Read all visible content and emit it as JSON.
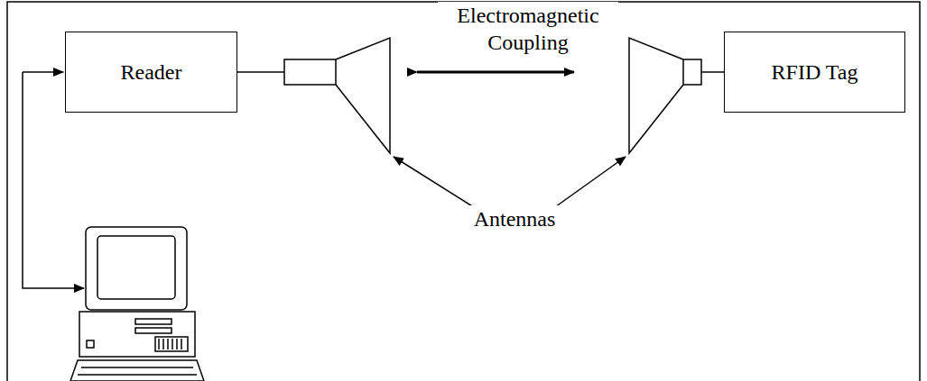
{
  "diagram": {
    "nodes": [
      {
        "text": [
          "Reader"
        ]
      },
      {
        "text": [
          "RFID Tag"
        ]
      }
    ],
    "labels": [
      "Electromagnetic Coupling",
      "Antennas"
    ]
  }
}
